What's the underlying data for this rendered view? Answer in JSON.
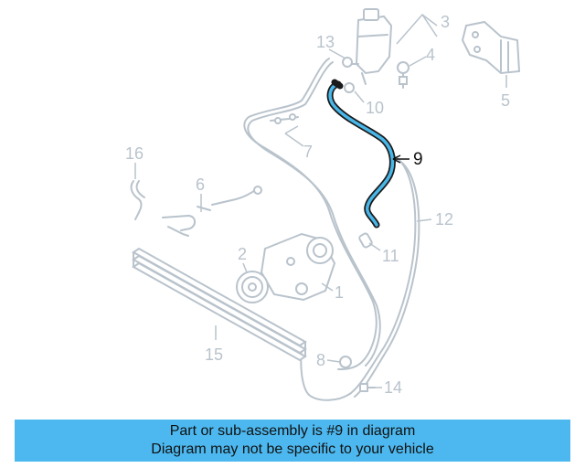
{
  "diagram": {
    "callouts": {
      "c1": "1",
      "c2": "2",
      "c3": "3",
      "c4": "4",
      "c5": "5",
      "c6": "6",
      "c7": "7",
      "c8": "8",
      "c9": "9",
      "c10": "10",
      "c11": "11",
      "c12": "12",
      "c13": "13",
      "c14": "14",
      "c15": "15",
      "c16": "16"
    },
    "highlight_part": "9",
    "colors": {
      "highlight": "#49b6e8",
      "part_line": "#b9c3cc",
      "banner": "#4cb8ef"
    }
  },
  "banner": {
    "line1": "Part or sub-assembly is #9 in diagram",
    "line2": "Diagram may not be specific to your vehicle"
  }
}
